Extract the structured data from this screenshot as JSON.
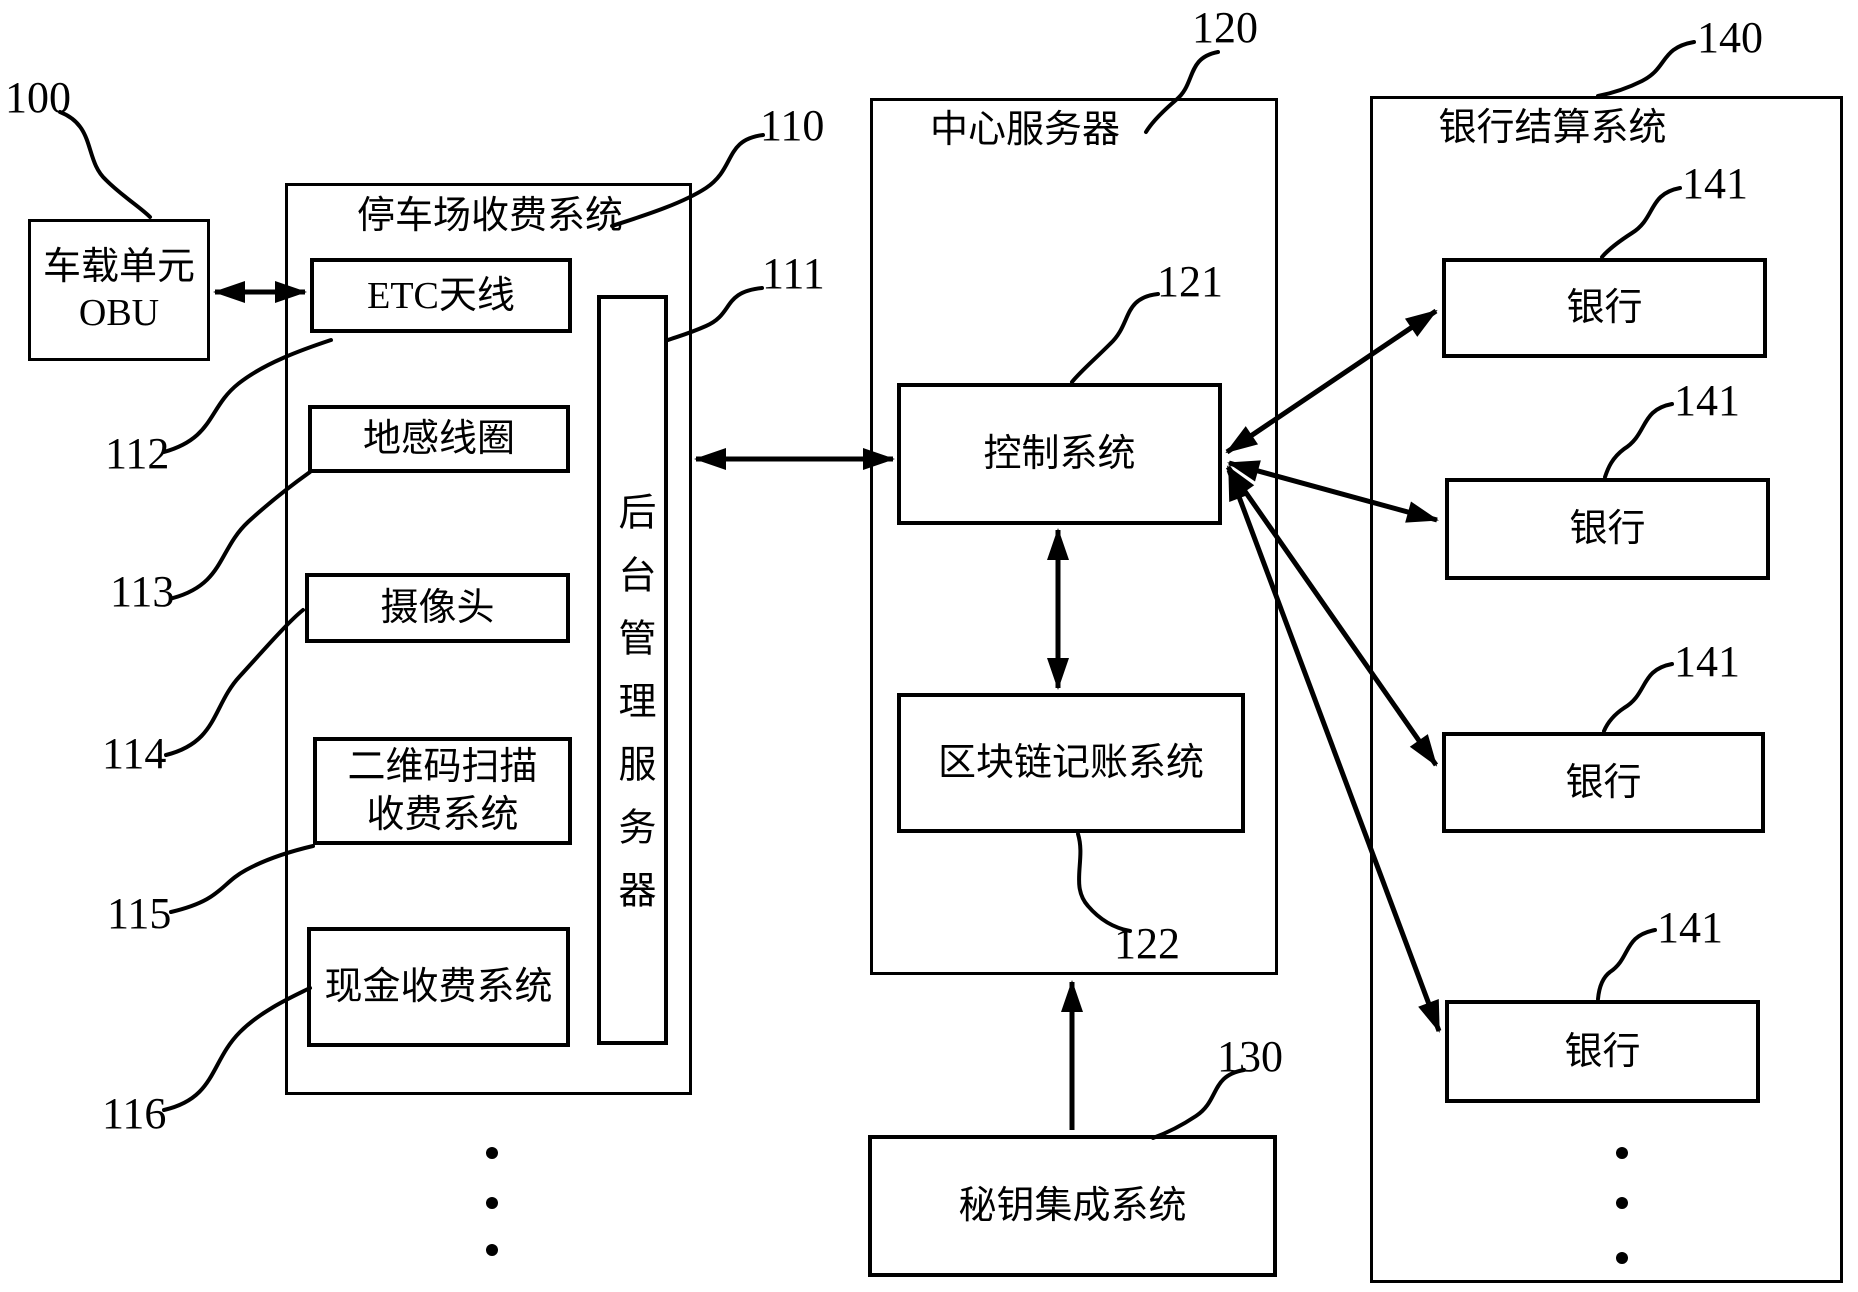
{
  "colors": {
    "line": "#000000",
    "background": "#ffffff"
  },
  "figure": {
    "obu": {
      "ref": "100",
      "line1": "车载单元",
      "line2": "OBU"
    },
    "parking_system": {
      "ref": "110",
      "title": "停车场收费系统",
      "backend_server": {
        "ref": "111",
        "label": "后台管理服务器"
      },
      "etc_antenna": {
        "ref": "112",
        "label": "ETC天线"
      },
      "ground_coil": {
        "ref": "113",
        "label": "地感线圈"
      },
      "camera": {
        "ref": "114",
        "label": "摄像头"
      },
      "qr_scan": {
        "ref": "115",
        "line1": "二维码扫描",
        "line2": "收费系统"
      },
      "cash": {
        "ref": "116",
        "label": "现金收费系统"
      }
    },
    "central_server": {
      "ref": "120",
      "title": "中心服务器",
      "control_system": {
        "ref": "121",
        "label": "控制系统"
      },
      "blockchain_ledger": {
        "ref": "122",
        "label": "区块链记账系统"
      }
    },
    "key_integration": {
      "ref": "130",
      "label": "秘钥集成系统"
    },
    "bank_settlement": {
      "ref": "140",
      "title": "银行结算系统",
      "banks": [
        {
          "ref": "141",
          "label": "银行"
        },
        {
          "ref": "141",
          "label": "银行"
        },
        {
          "ref": "141",
          "label": "银行"
        },
        {
          "ref": "141",
          "label": "银行"
        }
      ]
    }
  }
}
